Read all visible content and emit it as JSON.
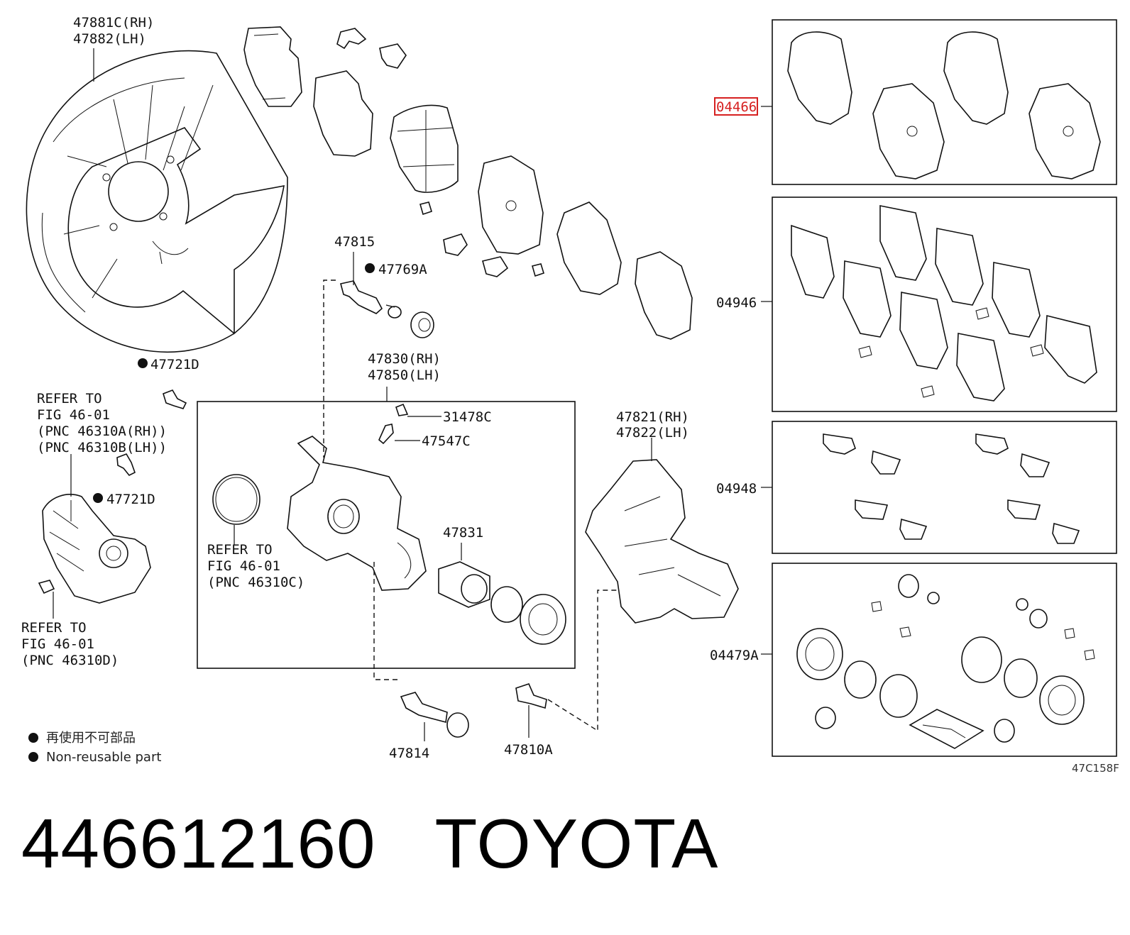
{
  "callouts": {
    "shield_rh": "47881C(RH)",
    "shield_lh": "47882(LH)",
    "pin_upper": "47815",
    "bushing_upper": "47769A",
    "bolt_d1": "47721D",
    "refer_actuator": [
      "REFER TO",
      "FIG 46-01",
      "(PNC 46310A(RH))",
      "(PNC 46310B(LH))"
    ],
    "bolt_d2": "47721D",
    "refer_seal": [
      "REFER TO",
      "FIG 46-01",
      "(PNC 46310C)"
    ],
    "refer_plug": [
      "REFER TO",
      "FIG 46-01",
      "(PNC 46310D)"
    ],
    "cyl_rh": "47830(RH)",
    "cyl_lh": "47850(LH)",
    "cap": "31478C",
    "bleeder": "47547C",
    "piston": "47831",
    "carrier_rh": "47821(RH)",
    "carrier_lh": "47822(LH)",
    "pin_lower": "47814",
    "bolt_lower": "47810A",
    "kit_pads": "04466",
    "kit_shims": "04946",
    "kit_clips": "04948",
    "kit_seals": "04479A",
    "figure_code": "47C158F"
  },
  "legend": {
    "line1": "再使用不可部品",
    "line2": "Non-reusable part"
  },
  "caption": {
    "part_number": "446612160",
    "brand": "TOYOTA"
  },
  "colors": {
    "highlight": "#d62020",
    "line": "#111111"
  }
}
